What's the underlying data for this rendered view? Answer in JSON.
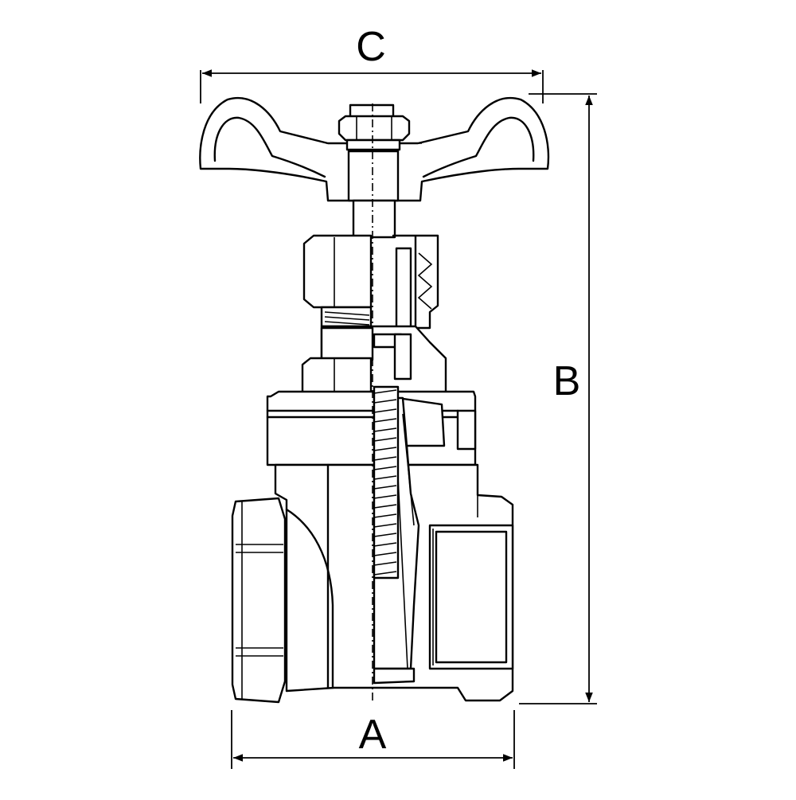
{
  "diagram": {
    "line_color": "#000000",
    "background": "#ffffff",
    "dimensions": {
      "width_label": "A",
      "height_label": "B",
      "handwheel_label": "C"
    }
  }
}
